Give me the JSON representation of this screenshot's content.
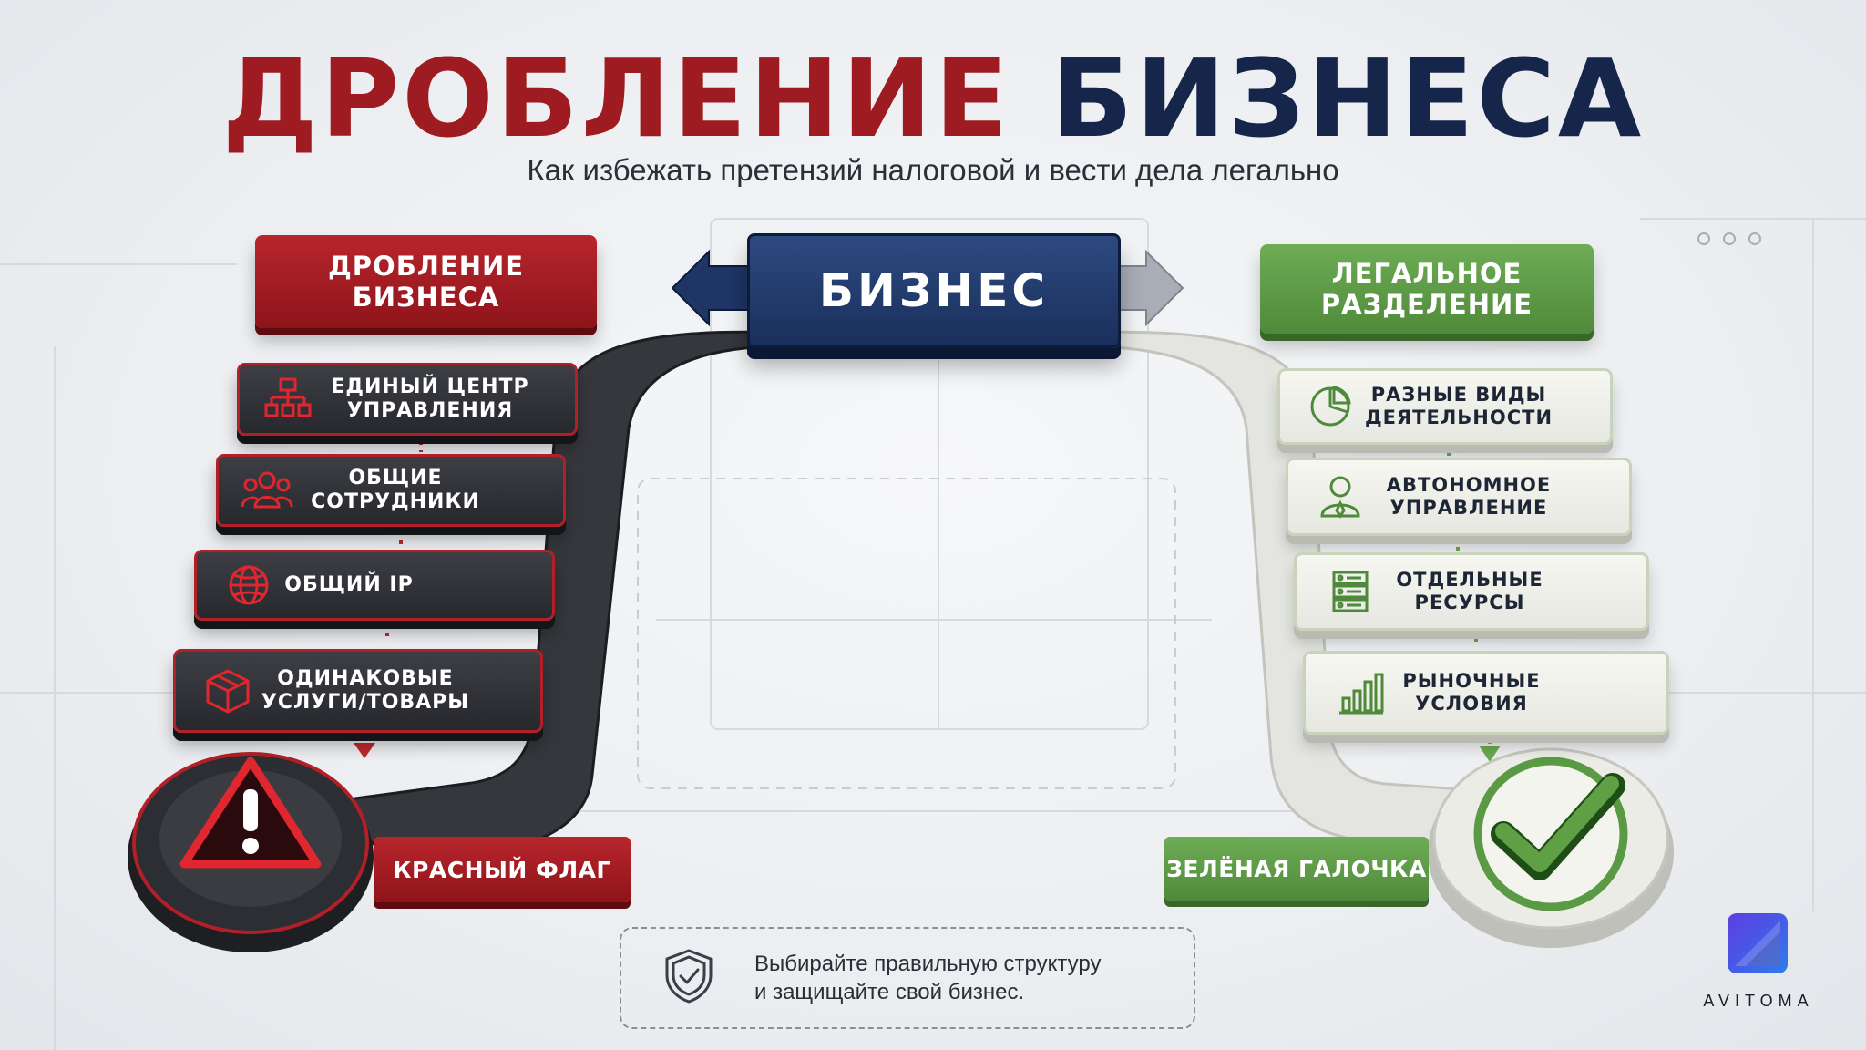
{
  "title": {
    "part1": "ДРОБЛЕНИЕ",
    "part2": "БИЗНЕСА"
  },
  "subtitle": "Как избежать претензий налоговой и вести дела легально",
  "center": {
    "label": "БИЗНЕС"
  },
  "left_branch": {
    "header": "ДРОБЛЕНИЕ БИЗНЕСА",
    "items": [
      {
        "label": "ЕДИНЫЙ ЦЕНТР УПРАВЛЕНИЯ",
        "icon": "org-chart-icon"
      },
      {
        "label": "ОБЩИЕ СОТРУДНИКИ",
        "icon": "people-group-icon"
      },
      {
        "label": "ОБЩИЙ IP",
        "icon": "globe-icon"
      },
      {
        "label": "ОДИНАКОВЫЕ УСЛУГИ/ТОВАРЫ",
        "icon": "box-icon"
      }
    ],
    "result": {
      "label": "КРАСНЫЙ ФЛАГ",
      "icon": "warning-triangle-icon"
    }
  },
  "right_branch": {
    "header": "ЛЕГАЛЬНОЕ РАЗДЕЛЕНИЕ",
    "items": [
      {
        "label": "РАЗНЫЕ ВИДЫ ДЕЯТЕЛЬНОСТИ",
        "icon": "pie-chart-icon"
      },
      {
        "label": "АВТОНОМНОЕ УПРАВЛЕНИЕ",
        "icon": "person-icon"
      },
      {
        "label": "ОТДЕЛЬНЫЕ РЕСУРСЫ",
        "icon": "server-icon"
      },
      {
        "label": "РЫНОЧНЫЕ УСЛОВИЯ",
        "icon": "bar-chart-icon"
      }
    ],
    "result": {
      "label": "ЗЕЛЁНАЯ ГАЛОЧКА",
      "icon": "checkmark-icon"
    }
  },
  "note": {
    "line1": "Выбирайте правильную структуру",
    "line2": "и защищайте свой бизнес.",
    "icon": "shield-check-icon"
  },
  "brand": {
    "name": "AVITOMA"
  },
  "colors": {
    "red": "#9e1b22",
    "navy": "#15264a",
    "green": "#5a9a44",
    "dark": "#2a2c31"
  }
}
